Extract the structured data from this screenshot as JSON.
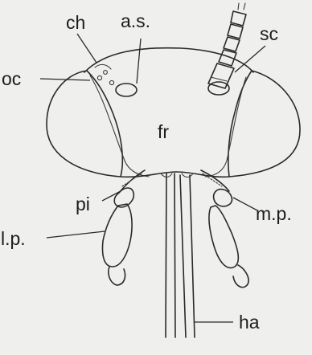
{
  "labels": {
    "ch": "ch",
    "as": "a.s.",
    "sc": "sc",
    "oc": "oc",
    "fr": "fr",
    "pi": "pi",
    "mp": "m.p.",
    "lp": "l.p.",
    "ha": "ha"
  },
  "colors": {
    "background": "#efefed",
    "ink": "#2a2a2a"
  }
}
